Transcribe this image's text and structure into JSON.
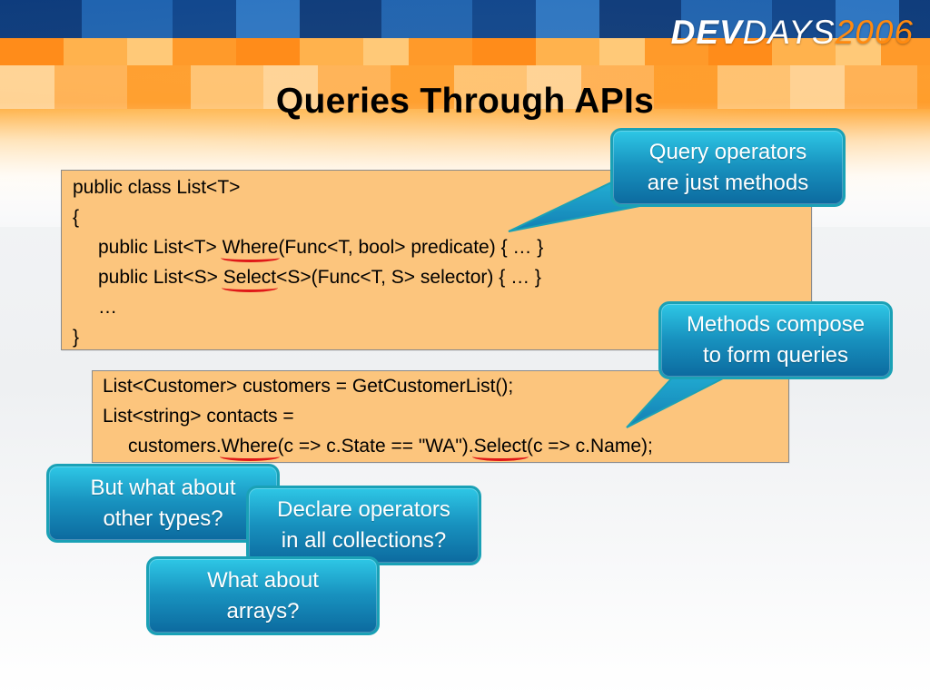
{
  "brand": {
    "dev": "DEV",
    "days": "DAYS",
    "year": "2006"
  },
  "slide": {
    "title": "Queries Through APIs"
  },
  "code_box_1": {
    "lines": [
      "public class List<T>",
      "{",
      "public List<T> ",
      "Where",
      "(Func<T, bool> predicate) { … }",
      "public List<S> ",
      "Select",
      "<S>(Func<T, S> selector) { … }",
      "…",
      "}"
    ]
  },
  "code_box_2": {
    "line1": "List<Customer> customers = GetCustomerList();",
    "line2": "List<string> contacts =",
    "line3_a": "customers.",
    "line3_where": "Where",
    "line3_b": "(c => c.State == \"WA\").",
    "line3_select": "Select",
    "line3_c": "(c => c.Name);"
  },
  "callouts": {
    "c1": {
      "line1": "Query operators",
      "line2": "are just methods"
    },
    "c2": {
      "line1": "Methods compose",
      "line2": "to form queries"
    },
    "c3": {
      "line1": "But what about",
      "line2": "other types?"
    },
    "c4": {
      "line1": "Declare operators",
      "line2": "in all collections?"
    },
    "c5": {
      "line1": "What about",
      "line2": "arrays?"
    }
  },
  "colors": {
    "code_background": "#fcc57d",
    "callout_top": "#2ec7e6",
    "callout_bottom": "#0c6a9f",
    "underline": "#e01818",
    "logo_year": "#ff8a10"
  }
}
